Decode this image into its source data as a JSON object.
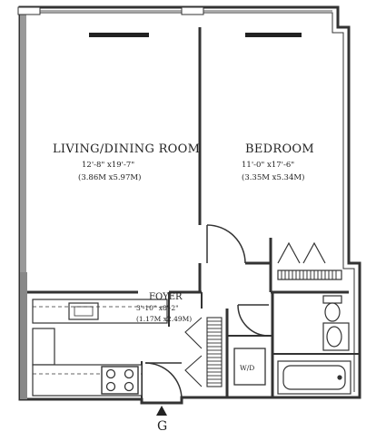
{
  "rooms": {
    "living": {
      "name": "LIVING/DINING ROOM",
      "dim_ft": "12'-8\" x19'-7\"",
      "dim_m": "(3.86M x5.97M)"
    },
    "bedroom": {
      "name": "BEDROOM",
      "dim_ft": "11'-0\" x17'-6\"",
      "dim_m": "(3.35M x5.34M)"
    },
    "foyer": {
      "name": "FOYER",
      "dim_ft": "3'-10\" x8'-2\"",
      "dim_m": "(1.17M x2.49M)"
    }
  },
  "washer_dryer": "W/D",
  "entrance": "G"
}
